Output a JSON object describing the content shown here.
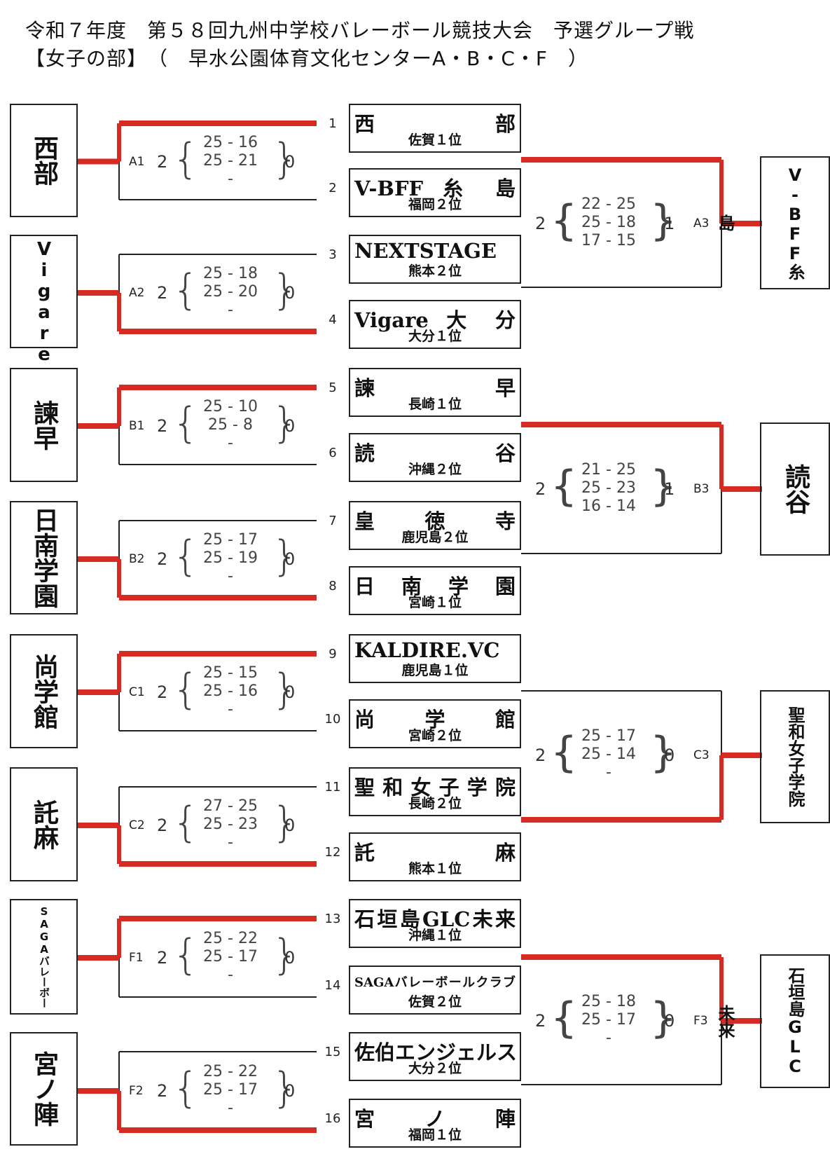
{
  "header": {
    "line1": "令和７年度　第５８回九州中学校バレーボール競技大会　予選グループ戦",
    "line2": "【女子の部】　（　早水公園体育文化センターA・B・C・F　）"
  },
  "teams": [
    {
      "num": "1",
      "name": "西　　　部",
      "pref": "佐賀１位"
    },
    {
      "num": "2",
      "name": "V-BFF 糸 島",
      "pref": "福岡２位"
    },
    {
      "num": "3",
      "name": "NEXTSTAGE",
      "pref": "熊本２位"
    },
    {
      "num": "4",
      "name": "Vigare 大 分",
      "pref": "大分１位"
    },
    {
      "num": "5",
      "name": "諫　　　早",
      "pref": "長崎１位"
    },
    {
      "num": "6",
      "name": "読　　　谷",
      "pref": "沖縄２位"
    },
    {
      "num": "7",
      "name": "皇　徳　寺",
      "pref": "鹿児島２位"
    },
    {
      "num": "8",
      "name": "日 南 学 園",
      "pref": "宮崎１位"
    },
    {
      "num": "9",
      "name": "KALDIRE.VC",
      "pref": "鹿児島１位"
    },
    {
      "num": "10",
      "name": "尚　学　館",
      "pref": "宮崎２位"
    },
    {
      "num": "11",
      "name": "聖和女子学院",
      "pref": "長崎２位"
    },
    {
      "num": "12",
      "name": "託　　　麻",
      "pref": "熊本１位"
    },
    {
      "num": "13",
      "name": "石垣島GLC未来",
      "pref": "沖縄１位"
    },
    {
      "num": "14",
      "name": "SAGAバレーボールクラブ",
      "pref": "佐賀２位"
    },
    {
      "num": "15",
      "name": "佐伯エンジェルス",
      "pref": "大分２位"
    },
    {
      "num": "16",
      "name": "宮　ノ　陣",
      "pref": "福岡１位"
    }
  ],
  "round1": [
    {
      "id": "A1",
      "won": "2",
      "lost": "0",
      "s1": "25 - 16",
      "s2": "25 - 21",
      "s3": "-",
      "winner": "西部"
    },
    {
      "id": "A2",
      "won": "2",
      "lost": "0",
      "s1": "25 - 18",
      "s2": "25 - 20",
      "s3": "-",
      "winner": "Vigare大分"
    },
    {
      "id": "B1",
      "won": "2",
      "lost": "0",
      "s1": "25 - 10",
      "s2": "25 - 8",
      "s3": "-",
      "winner": "諫早"
    },
    {
      "id": "B2",
      "won": "2",
      "lost": "0",
      "s1": "25 - 17",
      "s2": "25 - 19",
      "s3": "-",
      "winner": "日南学園"
    },
    {
      "id": "C1",
      "won": "2",
      "lost": "0",
      "s1": "25 - 15",
      "s2": "25 - 16",
      "s3": "-",
      "winner": "尚学館"
    },
    {
      "id": "C2",
      "won": "2",
      "lost": "0",
      "s1": "27 - 25",
      "s2": "25 - 23",
      "s3": "-",
      "winner": "託麻"
    },
    {
      "id": "F1",
      "won": "2",
      "lost": "0",
      "s1": "25 - 22",
      "s2": "25 - 17",
      "s3": "-",
      "winner": "SAGAバレーボールクラブ"
    },
    {
      "id": "F2",
      "won": "2",
      "lost": "0",
      "s1": "25 - 22",
      "s2": "25 - 17",
      "s3": "-",
      "winner": "宮ノ陣"
    }
  ],
  "round2": [
    {
      "id": "A3",
      "won": "2",
      "lost": "1",
      "s1": "22 - 25",
      "s2": "25 - 18",
      "s3": "17 - 15",
      "winner": "V-BFF糸島"
    },
    {
      "id": "B3",
      "won": "2",
      "lost": "1",
      "s1": "21 - 25",
      "s2": "25 - 23",
      "s3": "16 - 14",
      "winner": "読谷"
    },
    {
      "id": "C3",
      "won": "2",
      "lost": "0",
      "s1": "25 - 17",
      "s2": "25 - 14",
      "s3": "-",
      "winner": "聖和女子学院"
    },
    {
      "id": "F3",
      "won": "2",
      "lost": "0",
      "s1": "25 - 18",
      "s2": "25 - 17",
      "s3": "-",
      "winner": "石垣島GLC未来"
    }
  ],
  "colors": {
    "win_line": "#d62a22",
    "line": "#222222"
  }
}
